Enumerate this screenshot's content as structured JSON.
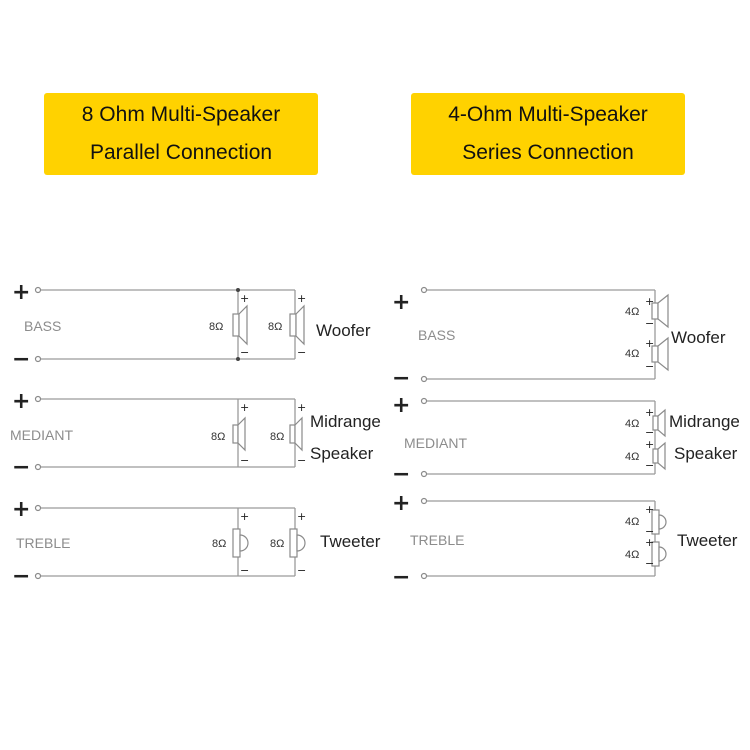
{
  "banners": {
    "left": {
      "line1": "8 Ohm Multi-Speaker",
      "line2": "Parallel Connection"
    },
    "right": {
      "line1": "4-Ohm Multi-Speaker",
      "line2": "Series Connection"
    }
  },
  "symbols": {
    "plus": "+",
    "minus": "−"
  },
  "parallel": {
    "bass": {
      "channel": "BASS",
      "ohm_a": "8Ω",
      "ohm_b": "8Ω",
      "label": "Woofer"
    },
    "mediant": {
      "channel": "MEDIANT",
      "ohm_a": "8Ω",
      "ohm_b": "8Ω",
      "label_line1": "Midrange",
      "label_line2": "Speaker"
    },
    "treble": {
      "channel": "TREBLE",
      "ohm_a": "8Ω",
      "ohm_b": "8Ω",
      "label": "Tweeter"
    }
  },
  "series": {
    "bass": {
      "channel": "BASS",
      "ohm_a": "4Ω",
      "ohm_b": "4Ω",
      "label": "Woofer"
    },
    "mediant": {
      "channel": "MEDIANT",
      "ohm_a": "4Ω",
      "ohm_b": "4Ω",
      "label_line1": "Midrange",
      "label_line2": "Speaker"
    },
    "treble": {
      "channel": "TREBLE",
      "ohm_a": "4Ω",
      "ohm_b": "4Ω",
      "label": "Tweeter"
    }
  }
}
